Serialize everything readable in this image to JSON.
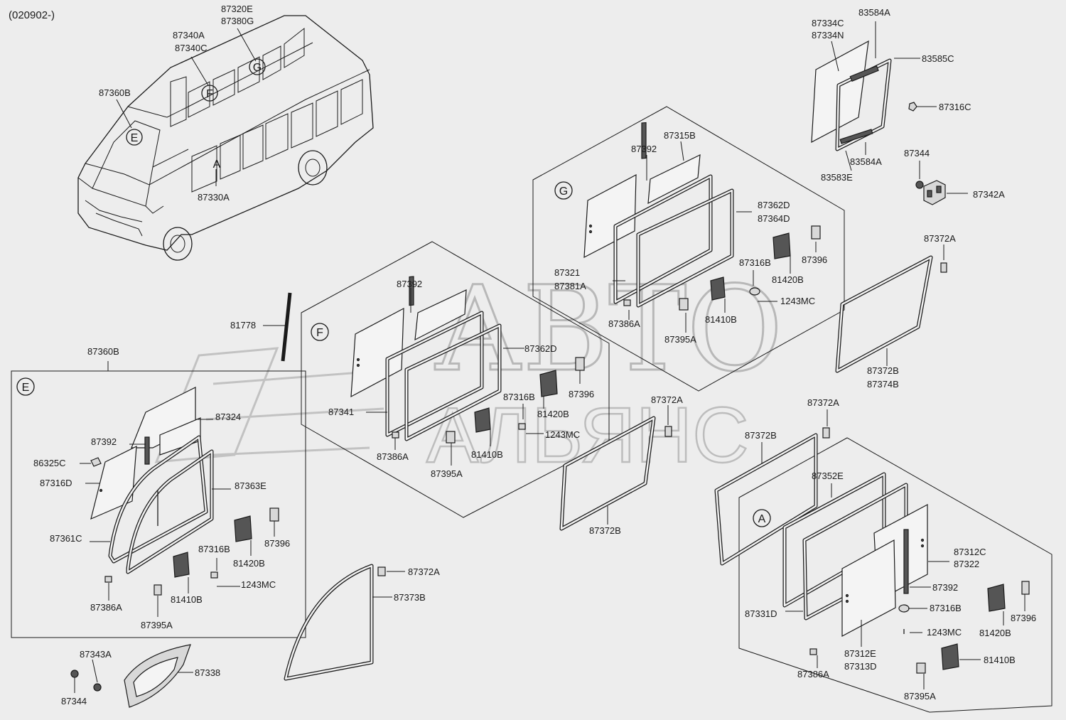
{
  "header": {
    "code": "(020902-)"
  },
  "watermark": {
    "line1": "АВТО",
    "line2": "АЛЬЯНС"
  },
  "callouts": {
    "A": "A",
    "E": "E",
    "F": "F",
    "G": "G"
  },
  "labels": {
    "l87320E": "87320E",
    "l87380G": "87380G",
    "l87340A": "87340A",
    "l87340C": "87340C",
    "l87360B_top": "87360B",
    "l87330A": "87330A",
    "l87334C": "87334C",
    "l87334N": "87334N",
    "l83584A_top": "83584A",
    "l83585C": "83585C",
    "l87316C": "87316C",
    "l83584A_bot": "83584A",
    "l83583E": "83583E",
    "l87344_top": "87344",
    "l87342A": "87342A",
    "l87392_G": "87392",
    "l87315B": "87315B",
    "l87362D_G": "87362D",
    "l87364D": "87364D",
    "l87316B_G": "87316B",
    "l81420B_G": "81420B",
    "l87396_G": "87396",
    "l87321": "87321",
    "l87381A": "87381A",
    "l1243MC_G": "1243MC",
    "l87386A_G": "87386A",
    "l87395A_G": "87395A",
    "l81410B_G": "81410B",
    "l87372A_r": "87372A",
    "l87372B_r": "87372B",
    "l87374B": "87374B",
    "l81778": "81778",
    "l87392_F": "87392",
    "l87362D_F": "87362D",
    "l87341": "87341",
    "l87316B_F": "87316B",
    "l87396_F": "87396",
    "l81420B_F": "81420B",
    "l1243MC_F": "1243MC",
    "l87386A_F": "87386A",
    "l87395A_F": "87395A",
    "l81410B_F": "81410B",
    "l87372A_mid": "87372A",
    "l87372B_mid": "87372B",
    "l87360B_E": "87360B",
    "l87324": "87324",
    "l87392_E": "87392",
    "l86325C": "86325C",
    "l87316D": "87316D",
    "l87363E": "87363E",
    "l87361C": "87361C",
    "l87316B_E": "87316B",
    "l87396_E": "87396",
    "l81420B_E": "81420B",
    "l1243MC_E": "1243MC",
    "l87386A_E": "87386A",
    "l81410B_E": "81410B",
    "l87395A_E": "87395A",
    "l87372A_q": "87372A",
    "l87373B": "87373B",
    "l87343A": "87343A",
    "l87338": "87338",
    "l87344_bot": "87344",
    "l87372A_A": "87372A",
    "l87372B_A": "87372B",
    "l87352E": "87352E",
    "l87312C": "87312C",
    "l87322": "87322",
    "l87392_A": "87392",
    "l87331D": "87331D",
    "l87316B_A": "87316B",
    "l87396_A": "87396",
    "l81420B_A": "81420B",
    "l1243MC_A": "1243MC",
    "l87312E": "87312E",
    "l87313D": "87313D",
    "l87386A_A": "87386A",
    "l81410B_A": "81410B",
    "l87395A_A": "87395A"
  }
}
